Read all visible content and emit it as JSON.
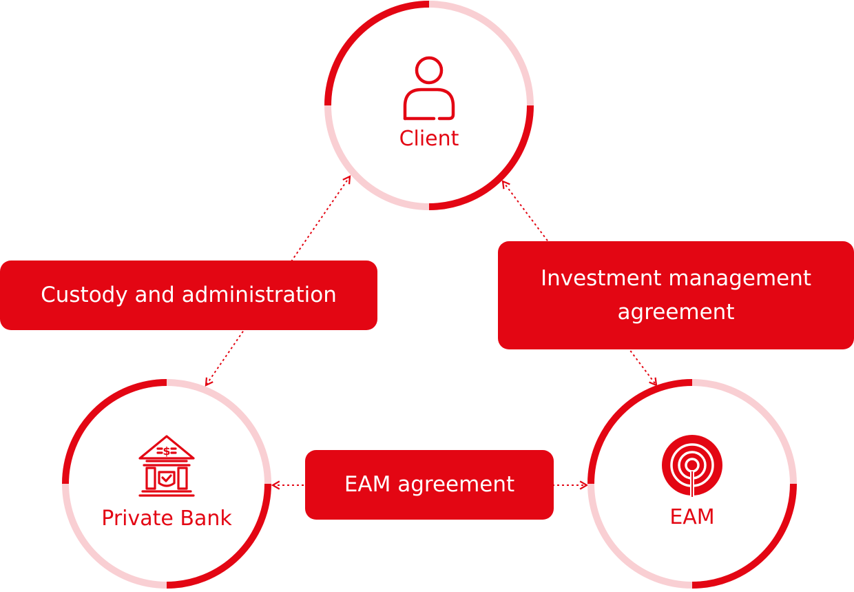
{
  "colors": {
    "accent": "#e30613",
    "accent_light": "#f9cfd3",
    "box_text": "#ffffff",
    "background": "#ffffff"
  },
  "nodes": {
    "client": {
      "label": "Client",
      "icon": "person-icon"
    },
    "private_bank": {
      "label": "Private Bank",
      "icon": "bank-building-icon"
    },
    "eam": {
      "label": "EAM",
      "icon": "target-signal-icon"
    }
  },
  "relations": {
    "custody": {
      "label": "Custody and administration"
    },
    "investment": {
      "label": "Investment management agreement"
    },
    "eam_agreement": {
      "label": "EAM agreement"
    }
  }
}
